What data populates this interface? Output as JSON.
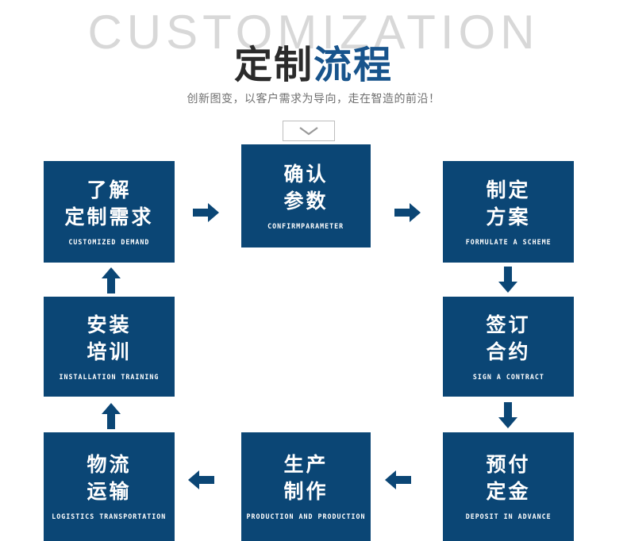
{
  "header": {
    "watermark": "CUSTOMIZATION",
    "title_dark": "定制",
    "title_blue": "流程",
    "subtitle": "创新图变，以客户需求为导向，走在智造的前沿！"
  },
  "colors": {
    "box_fill": "#0b4675",
    "arrow_fill": "#0b4675",
    "title_dark": "#2b2b2b",
    "title_blue": "#18548c",
    "watermark": "#d8d8d8",
    "subtitle": "#6f6f6f",
    "chevron_border": "#bdbdbd",
    "chevron_stroke": "#9a9a9a"
  },
  "hint": {
    "icon": "chevron-down-icon"
  },
  "steps": [
    {
      "id": "demand",
      "cn_line1": "了解",
      "cn_line2": "定制需求",
      "en": "CUSTOMIZED DEMAND"
    },
    {
      "id": "confirm",
      "cn_line1": "确认",
      "cn_line2": "参数",
      "en": "CONFIRMPARAMETER"
    },
    {
      "id": "formulate",
      "cn_line1": "制定",
      "cn_line2": "方案",
      "en": "FORMULATE A SCHEME"
    },
    {
      "id": "contract",
      "cn_line1": "签订",
      "cn_line2": "合约",
      "en": "SIGN A CONTRACT"
    },
    {
      "id": "deposit",
      "cn_line1": "预付",
      "cn_line2": "定金",
      "en": "DEPOSIT IN ADVANCE"
    },
    {
      "id": "production",
      "cn_line1": "生产",
      "cn_line2": "制作",
      "en": "PRODUCTION AND PRODUCTION"
    },
    {
      "id": "logistics",
      "cn_line1": "物流",
      "cn_line2": "运输",
      "en": "LOGISTICS TRANSPORTATION"
    },
    {
      "id": "install",
      "cn_line1": "安装",
      "cn_line2": "培训",
      "en": "INSTALLATION TRAINING"
    }
  ],
  "arrows": [
    {
      "id": "demand-to-confirm",
      "direction": "right"
    },
    {
      "id": "confirm-to-formulate",
      "direction": "right"
    },
    {
      "id": "formulate-to-contract",
      "direction": "down"
    },
    {
      "id": "contract-to-deposit",
      "direction": "down"
    },
    {
      "id": "deposit-to-production",
      "direction": "left"
    },
    {
      "id": "production-to-logistics",
      "direction": "left"
    },
    {
      "id": "logistics-to-install",
      "direction": "up"
    },
    {
      "id": "install-to-demand",
      "direction": "up"
    }
  ]
}
